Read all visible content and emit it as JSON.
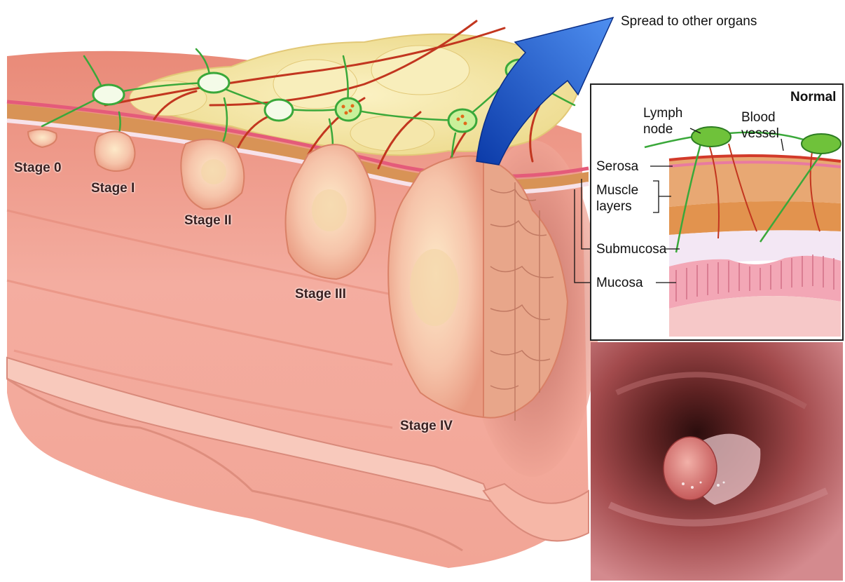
{
  "labels": {
    "spread": "Spread to other organs",
    "stages": [
      "Stage 0",
      "Stage I",
      "Stage II",
      "Stage III",
      "Stage IV"
    ]
  },
  "inset": {
    "title": "Normal",
    "lymph_node_1": "Lymph",
    "lymph_node_2": "node",
    "blood_vessel_1": "Blood",
    "blood_vessel_2": "vessel",
    "serosa": "Serosa",
    "muscle_1": "Muscle",
    "muscle_2": "layers",
    "submucosa": "Submucosa",
    "mucosa": "Mucosa"
  },
  "colors": {
    "colon_tissue": "#f0a292",
    "tumor": "#f6c2a8",
    "lymph_node": "#8fd14f",
    "blood_vessel": "#c2361f",
    "arrow": "#1f5fd0",
    "fat": "#f3e5a0"
  }
}
